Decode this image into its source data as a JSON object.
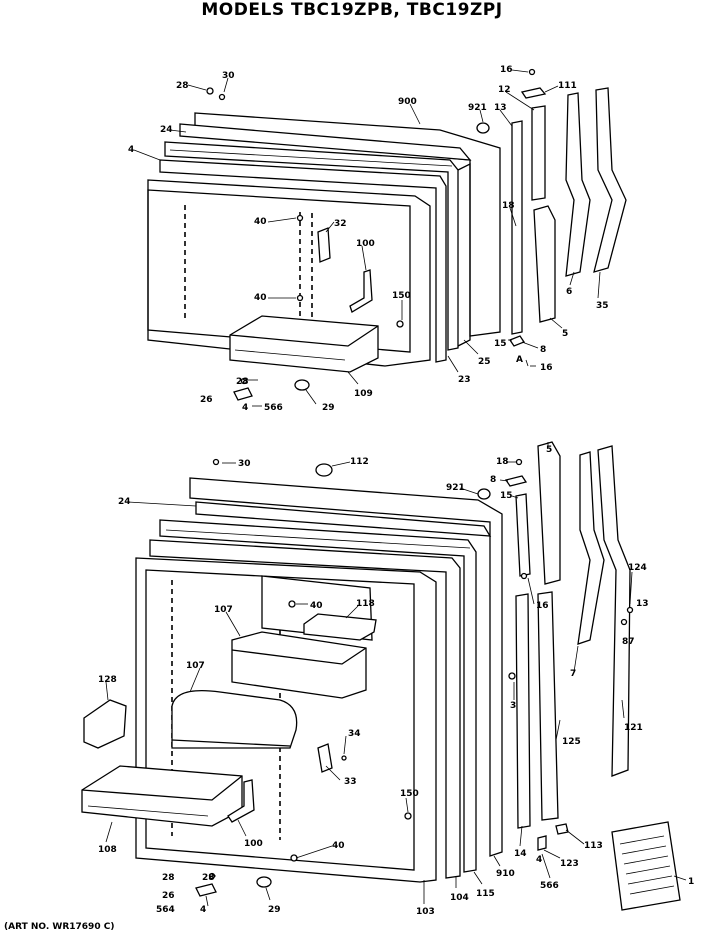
{
  "title": "MODELS TBC19ZPB, TBC19ZPJ",
  "art_no": "(ART NO. WR17690 C)",
  "upper_labels": {
    "l28": "28",
    "l30": "30",
    "l900": "900",
    "l921": "921",
    "l16a": "16",
    "l111": "111",
    "l12": "12",
    "l24": "24",
    "l13": "13",
    "l4": "4",
    "l40a": "40",
    "l32": "32",
    "l18": "18",
    "l100": "100",
    "l40b": "40",
    "l150": "150",
    "l6": "6",
    "l35": "35",
    "l5": "5",
    "l15": "15",
    "l8": "8",
    "lA": "A",
    "l16b": "16",
    "l25": "25",
    "l23": "23",
    "l109": "109",
    "l28b": "28",
    "l26": "26",
    "l4b": "4",
    "l566": "566",
    "l29": "29"
  },
  "lower_labels": {
    "l30": "30",
    "l112": "112",
    "l18": "18",
    "l5": "5",
    "l8": "8",
    "l24": "24",
    "l921": "921",
    "l15": "15",
    "l107a": "107",
    "l40a": "40",
    "l118": "118",
    "l16": "16",
    "l124": "124",
    "l13": "13",
    "l87": "87",
    "l7": "7",
    "l128": "128",
    "l107b": "107",
    "l3": "3",
    "l34": "34",
    "l33": "33",
    "l125": "125",
    "l121": "121",
    "l150": "150",
    "l108": "108",
    "l100": "100",
    "l40b": "40",
    "l14": "14",
    "l113": "113",
    "l910": "910",
    "l123": "123",
    "l28": "28",
    "l26": "26",
    "l4": "4",
    "l564": "564",
    "l566": "566",
    "l29": "29",
    "l103": "103",
    "l104": "104",
    "l115": "115",
    "l1": "1"
  }
}
